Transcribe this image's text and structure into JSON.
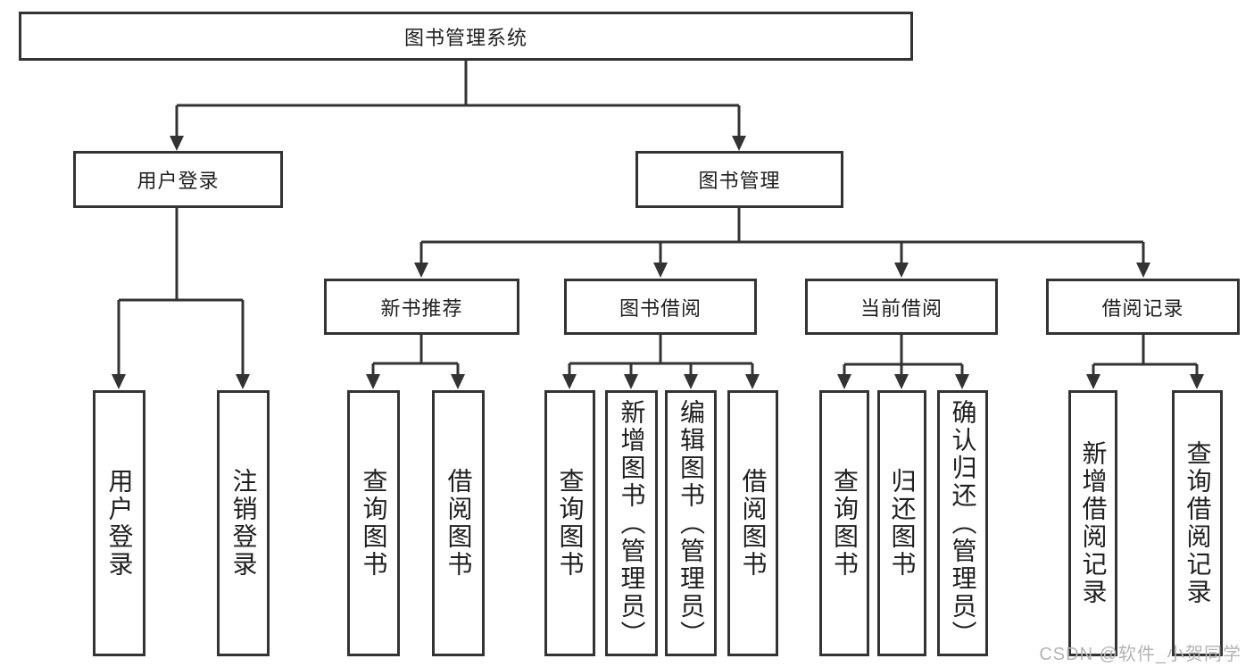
{
  "diagram_title": "图书管理系统",
  "nodes": {
    "root": "图书管理系统",
    "user_login": "用户登录",
    "book_mgmt": "图书管理",
    "new_book": "新书推荐",
    "book_borrow": "图书借阅",
    "current_borrow": "当前借阅",
    "borrow_record": "借阅记录",
    "user_login_leaf": "用户登录",
    "logout_leaf": "注销登录",
    "nb_query": "查询图书",
    "nb_borrow": "借阅图书",
    "bb_query": "查询图书",
    "bb_add": "新增图书（管理员）",
    "bb_edit": "编辑图书（管理员）",
    "bb_borrow": "借阅图书",
    "cb_query": "查询图书",
    "cb_return": "归还图书",
    "cb_confirm": "确认归还（管理员）",
    "br_add": "新增借阅记录",
    "br_query": "查询借阅记录"
  },
  "structure": {
    "图书管理系统": {
      "用户登录": [
        "用户登录",
        "注销登录"
      ],
      "图书管理": {
        "新书推荐": [
          "查询图书",
          "借阅图书"
        ],
        "图书借阅": [
          "查询图书",
          "新增图书（管理员）",
          "编辑图书（管理员）",
          "借阅图书"
        ],
        "当前借阅": [
          "查询图书",
          "归还图书",
          "确认归还（管理员）"
        ],
        "借阅记录": [
          "新增借阅记录",
          "查询借阅记录"
        ]
      }
    }
  },
  "watermark": "CSDN @软件_小贺同学",
  "colors": {
    "line": "#333333",
    "text": "#1f1f1f",
    "watermark": "#b4b4b4",
    "background": "#ffffff"
  }
}
